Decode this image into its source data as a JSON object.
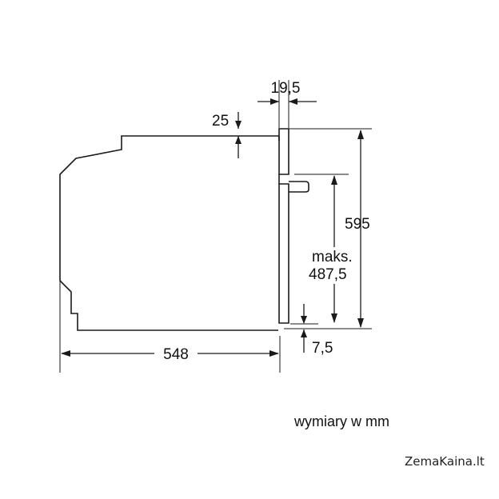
{
  "dimensions": {
    "front_thickness": "19,5",
    "top_offset": "25",
    "height": "595",
    "max_label": "maks.",
    "max_value": "487,5",
    "depth": "548",
    "bottom_offset": "7,5"
  },
  "units_note": "wymiary w mm",
  "watermark": "ZemaKaina.lt"
}
